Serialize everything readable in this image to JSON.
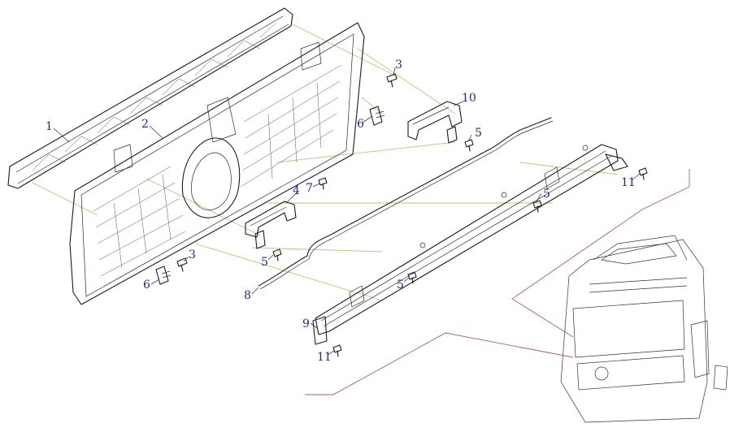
{
  "callouts": [
    {
      "id": "c1",
      "text": "1"
    },
    {
      "id": "c2",
      "text": "2"
    },
    {
      "id": "c3a",
      "text": "3"
    },
    {
      "id": "c3b",
      "text": "3"
    },
    {
      "id": "c4",
      "text": "4"
    },
    {
      "id": "c5a",
      "text": "5"
    },
    {
      "id": "c5b",
      "text": "5"
    },
    {
      "id": "c5c",
      "text": "5"
    },
    {
      "id": "c5d",
      "text": "5"
    },
    {
      "id": "c6a",
      "text": "6"
    },
    {
      "id": "c6b",
      "text": "6"
    },
    {
      "id": "c7",
      "text": "7"
    },
    {
      "id": "c8",
      "text": "8"
    },
    {
      "id": "c9",
      "text": "9"
    },
    {
      "id": "c10",
      "text": "10"
    },
    {
      "id": "c11a",
      "text": "11"
    },
    {
      "id": "c11b",
      "text": "11"
    }
  ],
  "colors": {
    "callout_text": "#1c2a8a",
    "assembly_leader": "#a8cf7a",
    "locator_line": "#b06060",
    "line_art": "#1a1a1a"
  }
}
